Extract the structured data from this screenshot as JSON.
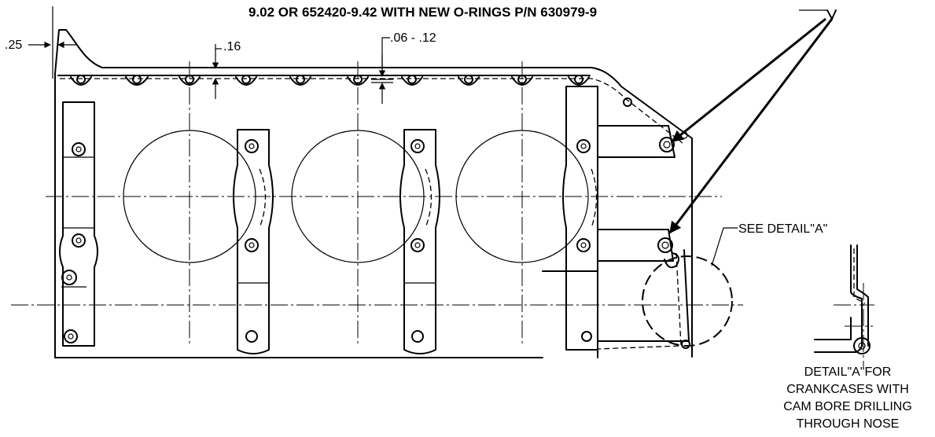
{
  "header_note": "9.02 OR 652420-9.42  WITH NEW O-RINGS P/N 630979-9",
  "dimensions": {
    "flange_offset": ".25",
    "wall_thickness": ".16",
    "oring_groove": ".06 - .12"
  },
  "callout": "SEE DETAIL\"A\"",
  "detail_caption": [
    "DETAIL\"A\"FOR",
    "CRANKCASES WITH",
    "CAM BORE DRILLING",
    "THROUGH NOSE"
  ]
}
